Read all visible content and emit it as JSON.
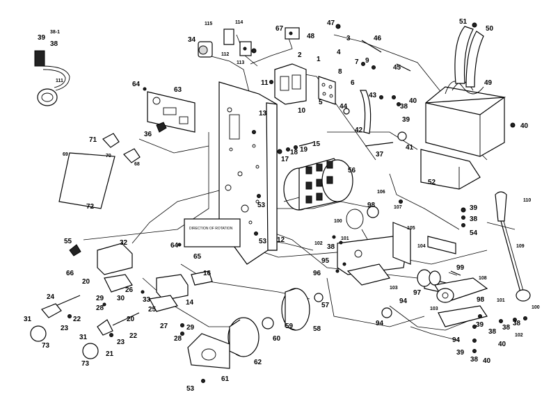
{
  "labels": [
    "39",
    "38-1",
    "38",
    "111",
    "115",
    "114",
    "112",
    "113",
    "34",
    "67",
    "48",
    "47",
    "46",
    "51",
    "50",
    "49",
    "40",
    "3",
    "4",
    "2",
    "1",
    "7",
    "8",
    "9",
    "45",
    "11",
    "10",
    "6",
    "5",
    "43",
    "42",
    "44",
    "38",
    "39",
    "40",
    "41",
    "37",
    "64",
    "63",
    "36",
    "13",
    "17",
    "18",
    "19",
    "15",
    "71",
    "70",
    "69",
    "68",
    "72",
    "56",
    "52",
    "106",
    "107",
    "98",
    "100",
    "110",
    "39",
    "38",
    "54",
    "53",
    "12",
    "53",
    "55",
    "32",
    "64",
    "65",
    "102",
    "38",
    "101",
    "105",
    "104",
    "95",
    "96",
    "66",
    "20",
    "16",
    "99",
    "109",
    "29",
    "28",
    "30",
    "33",
    "26",
    "103",
    "97",
    "108",
    "94",
    "24",
    "31",
    "23",
    "22",
    "20",
    "25",
    "14",
    "27",
    "29",
    "28",
    "98",
    "101",
    "100",
    "73",
    "21",
    "23",
    "22",
    "31",
    "73",
    "59",
    "60",
    "57",
    "58",
    "62",
    "53",
    "61",
    "94",
    "39",
    "38",
    "40",
    "39",
    "38",
    "40",
    "102",
    "38",
    "38",
    "103",
    "94"
  ],
  "plate_text": "DIRECTION OF ROTATION"
}
